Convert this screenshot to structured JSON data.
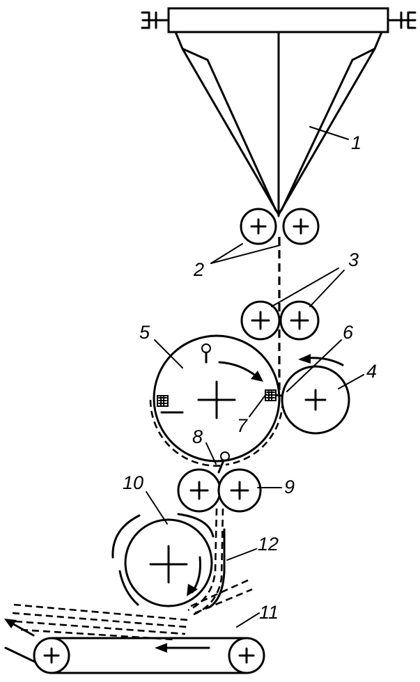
{
  "labels": {
    "l1": "1",
    "l2": "2",
    "l3": "3",
    "l4": "4",
    "l5": "5",
    "l6": "6",
    "l7": "7",
    "l8": "8",
    "l9": "9",
    "l10": "10",
    "l11": "11",
    "l12": "12"
  },
  "colors": {
    "ink": "#000000",
    "paper": "#ffffff"
  },
  "icons": [
    "plus-icon",
    "arrow-icon"
  ]
}
